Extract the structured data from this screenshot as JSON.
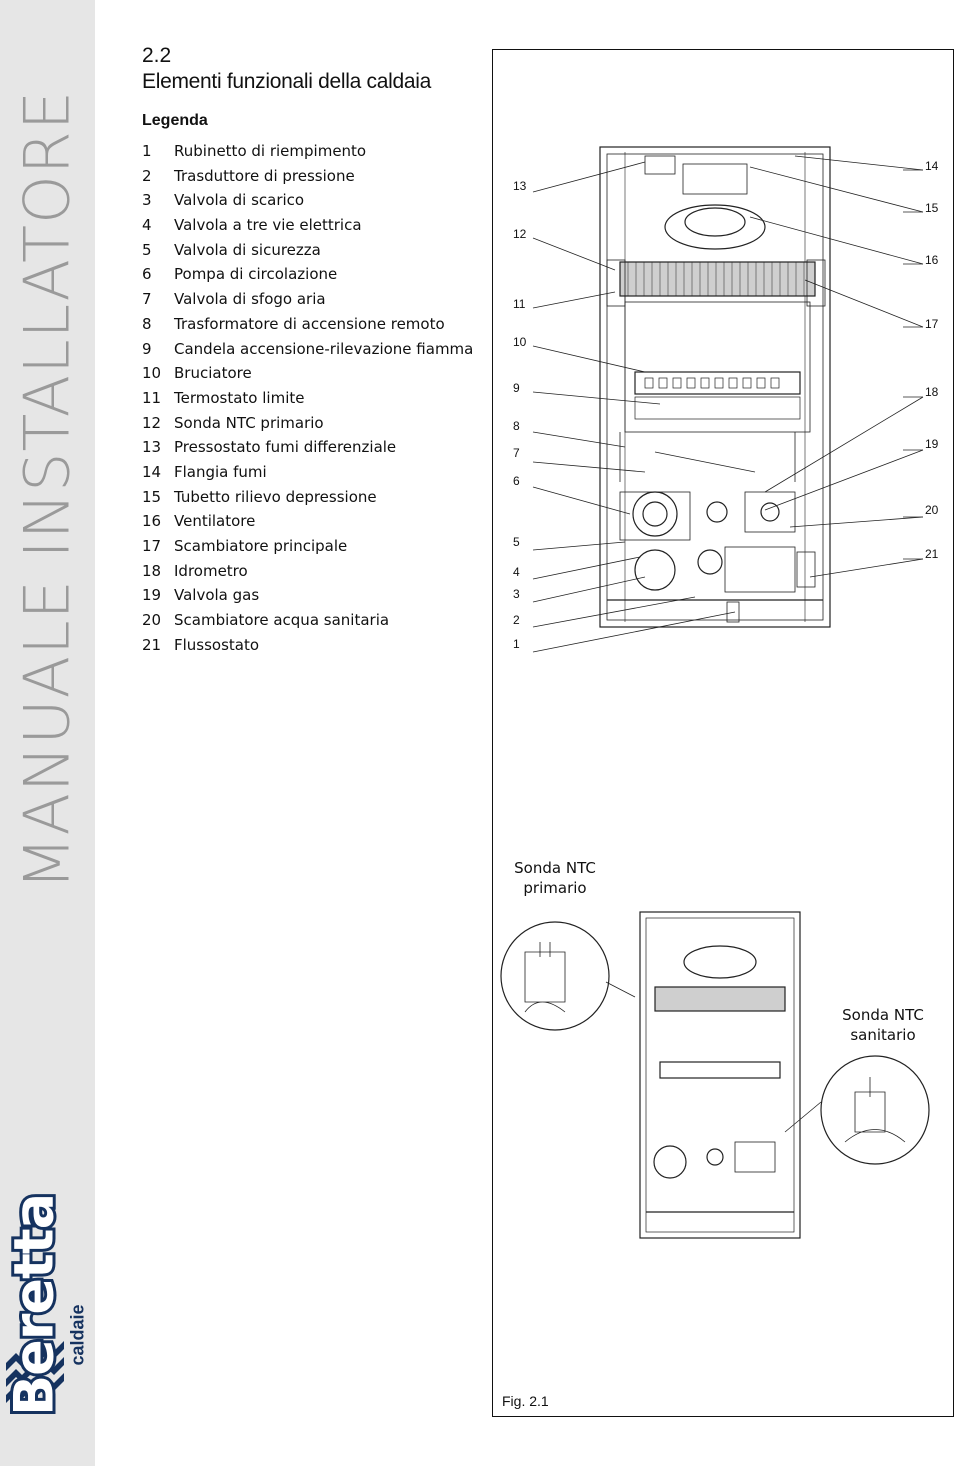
{
  "sidebar": {
    "title": "MANUALE INSTALLATORE",
    "brand": "Beretta",
    "brand_sub": "caldaie"
  },
  "section": {
    "number": "2.2",
    "title": "Elementi funzionali della caldaia"
  },
  "legend": {
    "title": "Legenda",
    "items": [
      {
        "num": "1",
        "label": "Rubinetto di riempimento"
      },
      {
        "num": "2",
        "label": "Trasduttore di pressione"
      },
      {
        "num": "3",
        "label": "Valvola di scarico"
      },
      {
        "num": "4",
        "label": "Valvola a tre vie elettrica"
      },
      {
        "num": "5",
        "label": "Valvola di sicurezza"
      },
      {
        "num": "6",
        "label": "Pompa di circolazione"
      },
      {
        "num": "7",
        "label": "Valvola di sfogo aria"
      },
      {
        "num": "8",
        "label": "Trasformatore di accensione remoto"
      },
      {
        "num": "9",
        "label": "Candela accensione-rilevazione fiamma"
      },
      {
        "num": "10",
        "label": "Bruciatore"
      },
      {
        "num": "11",
        "label": "Termostato limite"
      },
      {
        "num": "12",
        "label": "Sonda NTC primario"
      },
      {
        "num": "13",
        "label": "Pressostato fumi differenziale"
      },
      {
        "num": "14",
        "label": "Flangia fumi"
      },
      {
        "num": "15",
        "label": "Tubetto rilievo depressione"
      },
      {
        "num": "16",
        "label": "Ventilatore"
      },
      {
        "num": "17",
        "label": "Scambiatore principale"
      },
      {
        "num": "18",
        "label": "Idrometro"
      },
      {
        "num": "19",
        "label": "Valvola gas"
      },
      {
        "num": "20",
        "label": "Scambiatore acqua sanitaria"
      },
      {
        "num": "21",
        "label": "Flussostato"
      }
    ]
  },
  "figure": {
    "left_numbers": [
      "13",
      "12",
      "11",
      "10",
      "9",
      "8",
      "7",
      "6",
      "5",
      "4",
      "3",
      "2",
      "1"
    ],
    "right_numbers": [
      "14",
      "15",
      "16",
      "17",
      "18",
      "19",
      "20",
      "21"
    ],
    "callout_primary": [
      "Sonda NTC",
      "primario"
    ],
    "callout_sanitary": [
      "Sonda NTC",
      "sanitario"
    ],
    "caption": "Fig. 2.1"
  }
}
